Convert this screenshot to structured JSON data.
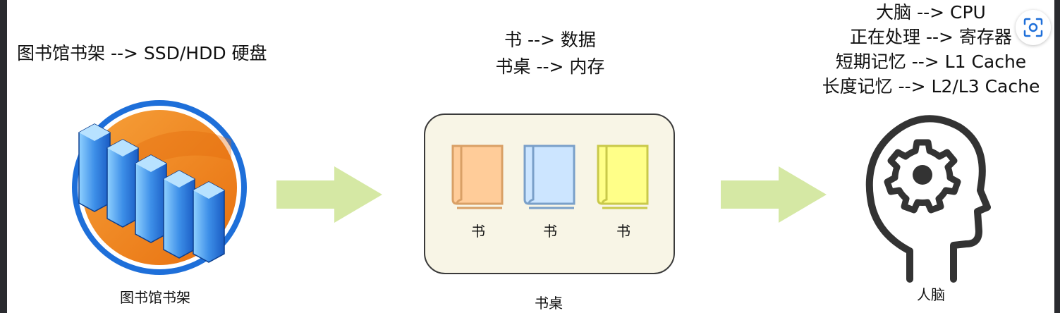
{
  "library": {
    "heading": "图书馆书架 --> SSD/HDD 硬盘",
    "caption": "图书馆书架"
  },
  "desk": {
    "line1": "书 --> 数据",
    "line2": "书桌 --> 内存",
    "caption": "书桌",
    "books": [
      {
        "label": "书",
        "fill": "#ffcc99",
        "stroke": "#d9a066"
      },
      {
        "label": "书",
        "fill": "#cce5ff",
        "stroke": "#7aa0c9"
      },
      {
        "label": "书",
        "fill": "#ffff88",
        "stroke": "#c9c94a"
      }
    ]
  },
  "brain": {
    "lines": [
      "大脑 --> CPU",
      "正在处理 --> 寄存器",
      "短期记忆 --> L1 Cache",
      "长度记忆 --> L2/L3 Cache"
    ],
    "caption": "人脑"
  },
  "colors": {
    "arrow": "#d5e8a4",
    "desk_bg": "#f8f5e6",
    "disk_blue": "#1e6fd9",
    "disk_orange": "#f08a1c"
  },
  "icons": {
    "storage": "server-rack-disk-icon",
    "head": "head-gear-icon",
    "scan": "scan-lens-icon"
  }
}
